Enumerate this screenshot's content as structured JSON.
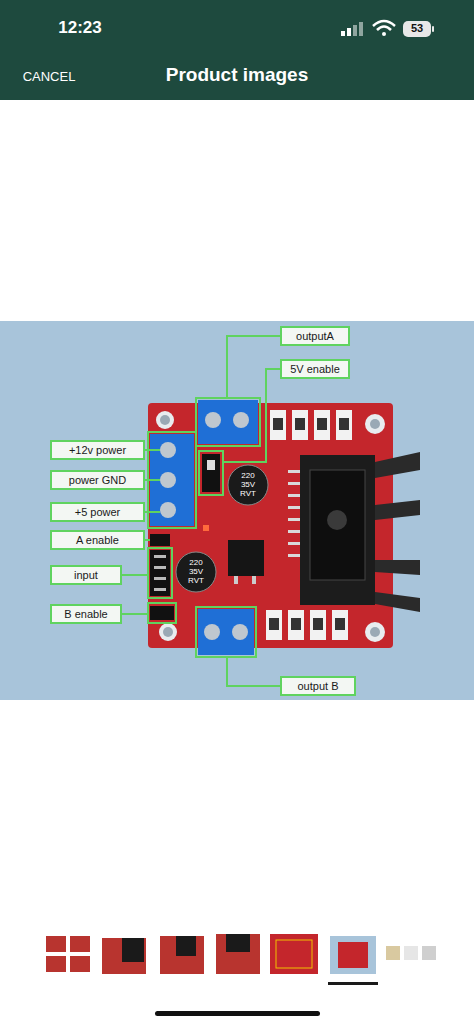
{
  "diagram": {
    "title": "Product images",
    "nodes": [
      {
        "text": [
          "outputA"
        ]
      },
      {
        "text": [
          "5V enable"
        ]
      },
      {
        "text": [
          "+12v power"
        ]
      },
      {
        "text": [
          "power GND"
        ]
      },
      {
        "text": [
          "+5 power"
        ]
      },
      {
        "text": [
          "A enable"
        ]
      },
      {
        "text": [
          "input"
        ]
      },
      {
        "text": [
          "B enable"
        ]
      },
      {
        "text": [
          "output B"
        ]
      }
    ],
    "labels": [
      "12:23",
      "53",
      "CANCEL",
      "220",
      "35V",
      "RVT",
      "220",
      "35V",
      "RVT"
    ]
  }
}
